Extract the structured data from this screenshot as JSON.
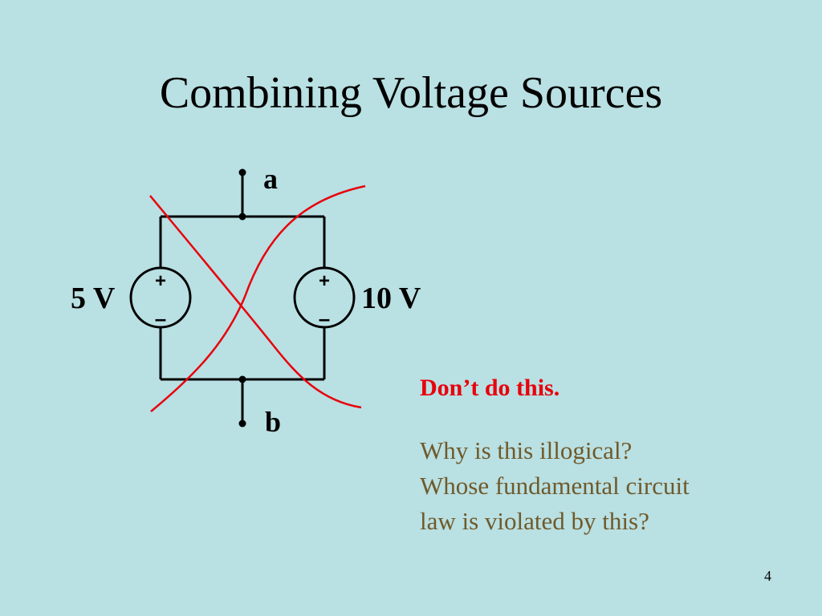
{
  "slide": {
    "title": "Combining Voltage Sources",
    "page_number": "4"
  },
  "circuit": {
    "node_top": "a",
    "node_bottom": "b",
    "left_source": {
      "label": "5 V",
      "plus": "+",
      "minus": "–"
    },
    "right_source": {
      "label": "10 V",
      "plus": "+",
      "minus": "–"
    },
    "cross_color": "#e8000b"
  },
  "notes": {
    "warning": "Don’t do this.",
    "question_lines": [
      "Why is this illogical?",
      "Whose fundamental circuit",
      "law is violated by this?"
    ],
    "warning_color": "#e8000b",
    "question_color": "#6f5a2a"
  }
}
